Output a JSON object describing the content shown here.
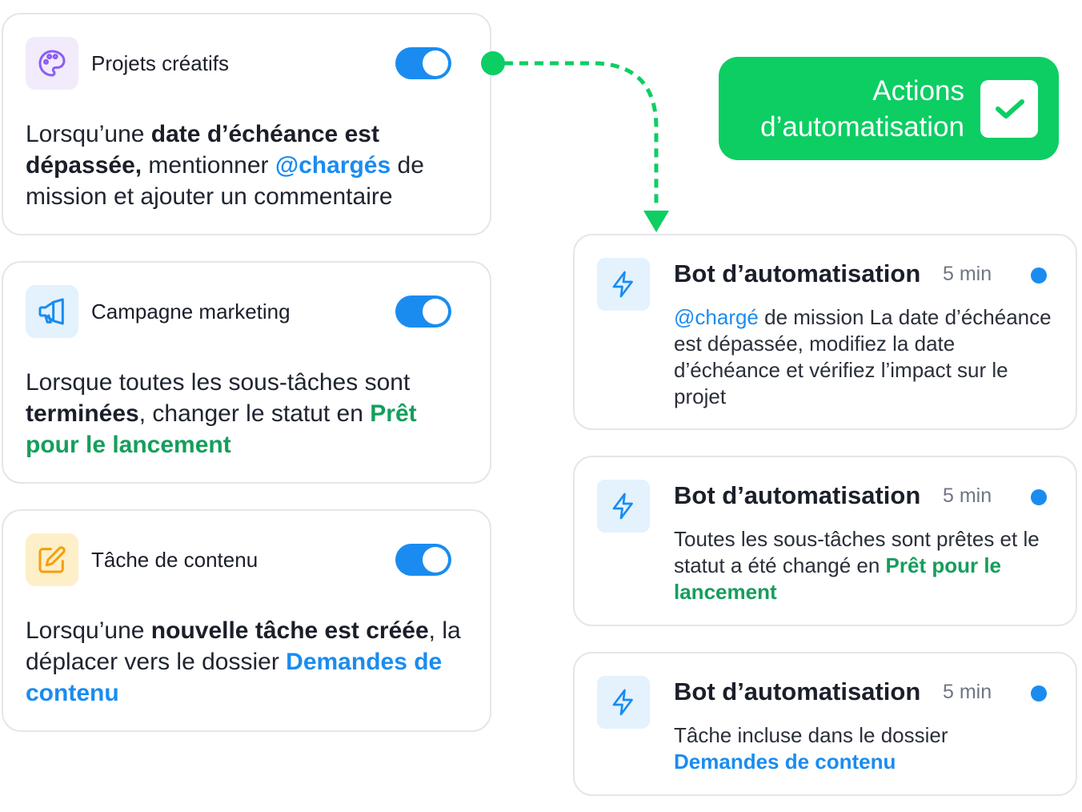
{
  "colors": {
    "toggle_on": "#1a8cf0",
    "accent_green": "#0cce63",
    "link_blue": "#1a8cf0",
    "status_green": "#159e5c",
    "unread_dot": "#1a8cf0"
  },
  "rules": [
    {
      "name": "Projets créatifs",
      "icon": "palette-icon",
      "enabled": true,
      "t1": "Lorsqu’une ",
      "b1": "date d’échéance est dépassée,",
      "t2": " mentionner ",
      "h1": "@chargés",
      "t3": " de mission et ajouter un commentaire"
    },
    {
      "name": "Campagne marketing",
      "icon": "megaphone-icon",
      "enabled": true,
      "t1": "Lorsque toutes les sous-tâches sont ",
      "b1": "terminées",
      "t2": ", changer le statut en ",
      "h1": "Prêt pour le lancement"
    },
    {
      "name": "Tâche de contenu",
      "icon": "edit-note-icon",
      "enabled": true,
      "t1": "Lorsqu’une ",
      "b1": "nouvelle tâche est créée",
      "t2": ", la déplacer vers le dossier ",
      "h1": "Demandes de contenu"
    }
  ],
  "badge": {
    "line1": "Actions",
    "line2": "d’automatisation",
    "icon": "check-icon"
  },
  "notifications": [
    {
      "title": "Bot d’automatisation",
      "time": "5 min",
      "icon": "lightning-icon",
      "h1": "@chargé",
      "t1": " de mission La date d’échéance est dépassée, modifiez la date d’échéance et vérifiez l’impact sur le projet"
    },
    {
      "title": "Bot d’automatisation",
      "time": "5 min",
      "icon": "lightning-icon",
      "t1": "Toutes les sous-tâches sont prêtes et le statut a été changé en ",
      "h1": "Prêt pour le lancement"
    },
    {
      "title": "Bot d’automatisation",
      "time": "5 min",
      "icon": "lightning-icon",
      "t1": "Tâche incluse dans le dossier ",
      "h1": "Demandes de contenu"
    }
  ]
}
